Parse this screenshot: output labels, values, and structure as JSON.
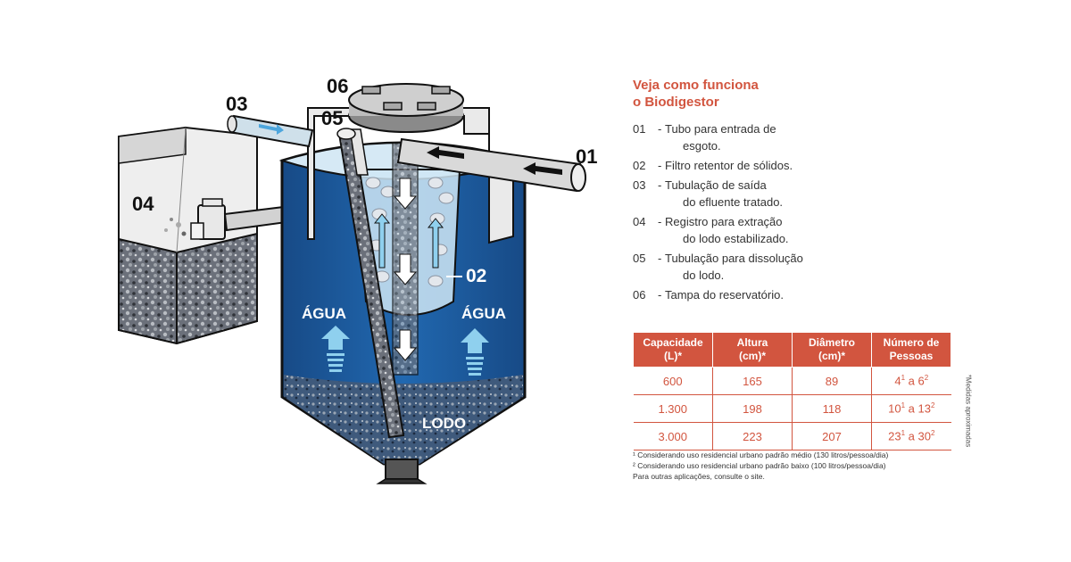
{
  "diagram": {
    "labels": {
      "n01": "01",
      "n02": "02",
      "n03": "03",
      "n04": "04",
      "n05": "05",
      "n06": "06",
      "agua_left": "ÁGUA",
      "agua_right": "ÁGUA",
      "lodo": "LODO"
    },
    "colors": {
      "water": "#1e5a9c",
      "sludge": "#5a5f6a",
      "pipe": "#d9d9d9",
      "arrow": "#8fd0ee",
      "outline": "#111111"
    }
  },
  "legend": {
    "title_line1": "Veja como funciona",
    "title_line2": "o Biodigestor",
    "items": [
      {
        "num": "01",
        "line1": "Tubo para entrada de",
        "line2": "esgoto."
      },
      {
        "num": "02",
        "line1": "Filtro retentor de sólidos.",
        "line2": ""
      },
      {
        "num": "03",
        "line1": "Tubulação de saída",
        "line2": "do efluente tratado."
      },
      {
        "num": "04",
        "line1": "Registro para extração",
        "line2": "do lodo estabilizado."
      },
      {
        "num": "05",
        "line1": "Tubulação para dissolução",
        "line2": "do lodo."
      },
      {
        "num": "06",
        "line1": "Tampa do reservatório.",
        "line2": ""
      }
    ],
    "dash": "-"
  },
  "table": {
    "headers": [
      [
        "Capacidade",
        "(L)*"
      ],
      [
        "Altura",
        "(cm)*"
      ],
      [
        "Diâmetro",
        "(cm)*"
      ],
      [
        "Número de",
        "Pessoas"
      ]
    ],
    "rows": [
      {
        "cap": "600",
        "alt": "165",
        "diam": "89",
        "p_from": "4",
        "p_mid": " a ",
        "p_to": "6"
      },
      {
        "cap": "1.300",
        "alt": "198",
        "diam": "118",
        "p_from": "10",
        "p_mid": " a ",
        "p_to": "13"
      },
      {
        "cap": "3.000",
        "alt": "223",
        "diam": "207",
        "p_from": "23",
        "p_mid": " a ",
        "p_to": "30"
      }
    ],
    "sup1": "1",
    "sup2": "2",
    "accent_color": "#d2553f"
  },
  "side_note": "*Medidas aproximadas",
  "notes": {
    "n1": "¹ Considerando uso residencial urbano padrão médio (130 litros/pessoa/dia)",
    "n2": "² Considerando uso residencial urbano padrão baixo (100 litros/pessoa/dia)",
    "n3": "Para outras aplicações, consulte o site."
  }
}
